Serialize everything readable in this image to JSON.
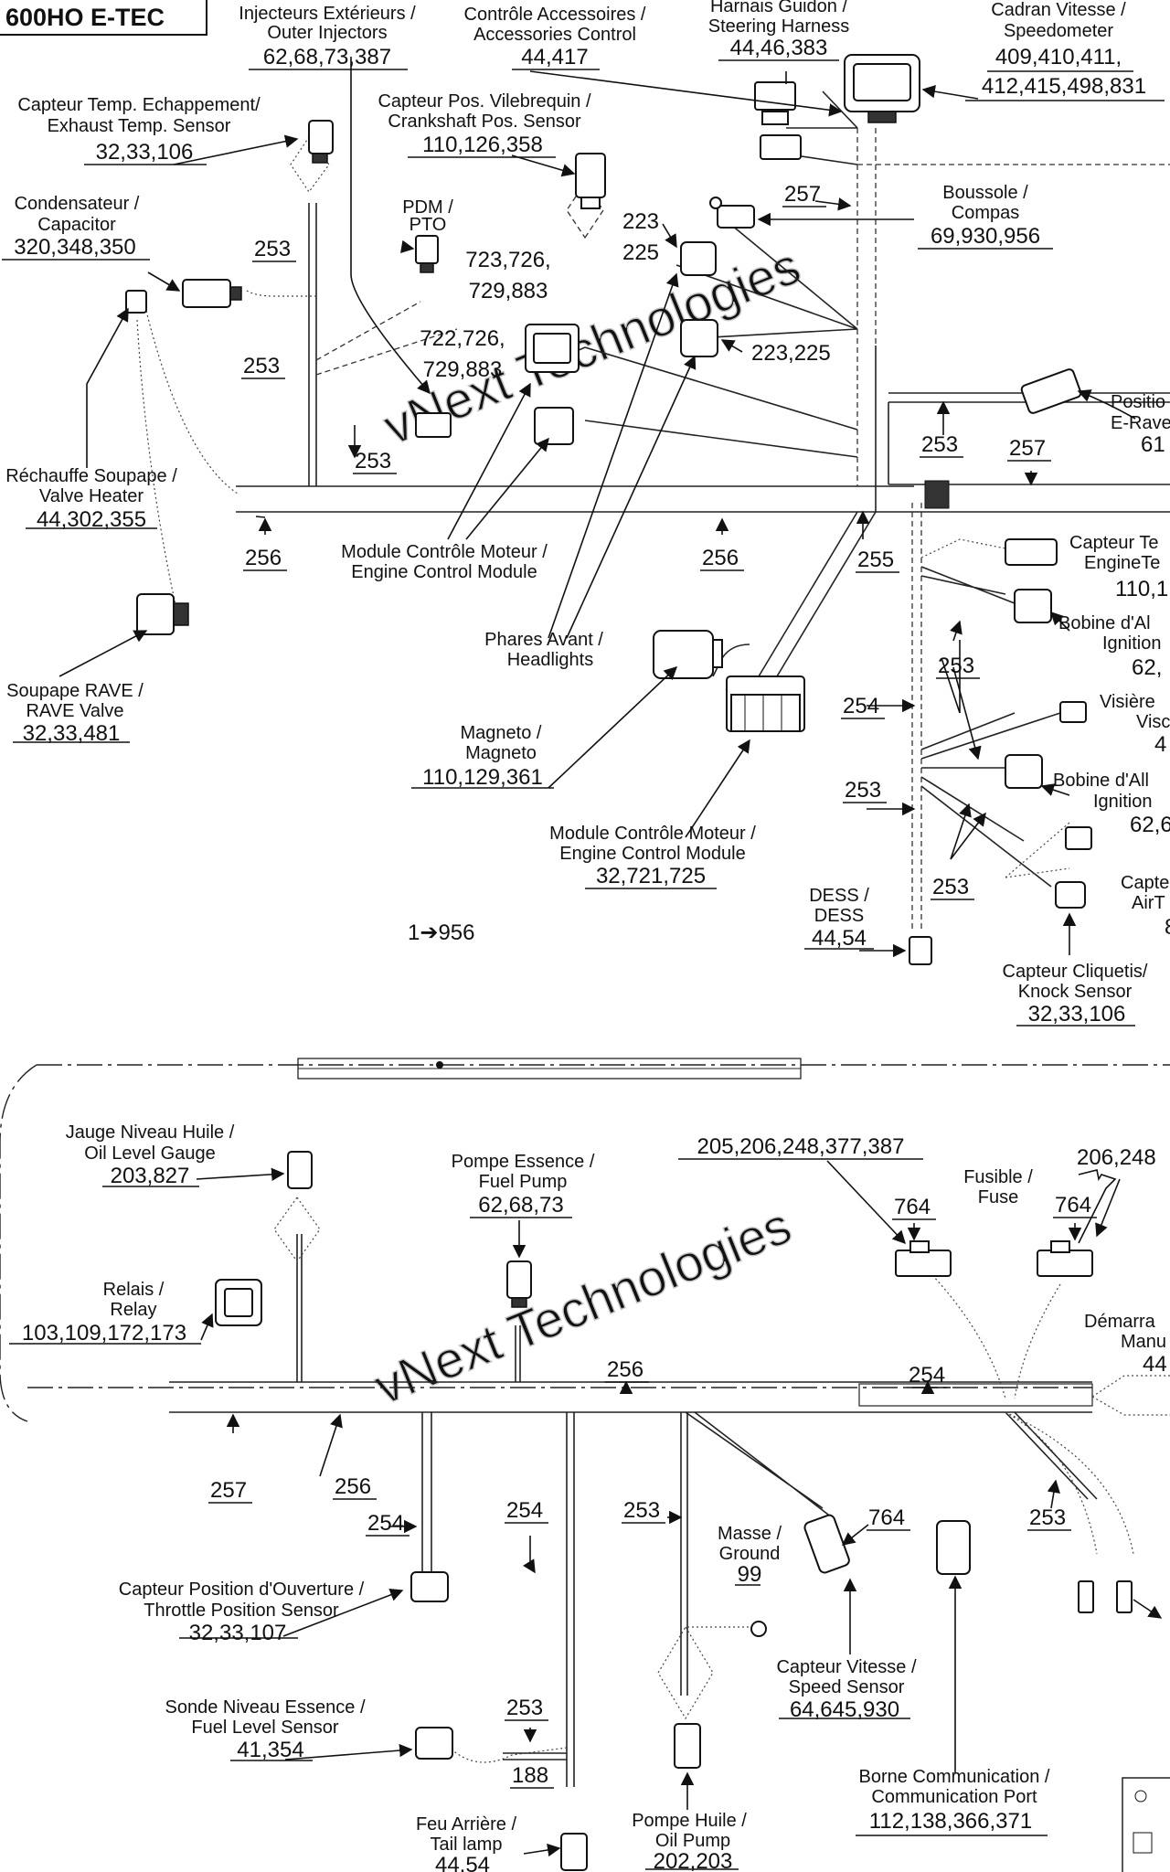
{
  "title": "600HO E-TEC",
  "figure_ref": "1➔956",
  "watermark": "vNext Technologies",
  "callouts": {
    "outer_injectors": {
      "fr": "Injecteurs Extérieurs /",
      "en": "Outer Injectors",
      "refs": "62,68,73,387"
    },
    "accessories_control": {
      "fr": "Contrôle Accessoires /",
      "en": "Accessories Control",
      "refs": "44,417"
    },
    "steering_harness": {
      "fr": "Harnais Guidon /",
      "en": "Steering Harness",
      "refs": "44,46,383"
    },
    "speedometer": {
      "fr": "Cadran Vitesse /",
      "en": "Speedometer",
      "refs1": "409,410,411,",
      "refs2": "412,415,498,831"
    },
    "exhaust_temp": {
      "fr": "Capteur Temp. Echappement/",
      "en": "Exhaust Temp. Sensor",
      "refs": "32,33,106"
    },
    "crankshaft": {
      "fr": "Capteur Pos. Vilebrequin /",
      "en": "Crankshaft Pos. Sensor",
      "refs": "110,126,358"
    },
    "capacitor": {
      "fr": "Condensateur /",
      "en": "Capacitor",
      "refs": "320,348,350"
    },
    "pdm_pto": {
      "fr": "PDM /",
      "en": "PTO"
    },
    "compass": {
      "fr": "Boussole /",
      "en": "Compas",
      "refs": "69,930,956"
    },
    "ecm_pair_1": {
      "line1": "723,726,",
      "line2": "729,883"
    },
    "ecm_pair_2": {
      "line1": "722,726,",
      "line2": "729,883"
    },
    "ref_223_225_a": {
      "line1": "223",
      "line2": "225"
    },
    "ref_223_225_b": {
      "refs": "223,225"
    },
    "position_erave": {
      "fr": "Positio",
      "en": "E-Rave",
      "refs": "61"
    },
    "valve_heater": {
      "fr": "Réchauffe Soupape /",
      "en": "Valve Heater",
      "refs": "44,302,355"
    },
    "ecm_top": {
      "fr": "Module Contrôle Moteur /",
      "en": "Engine Control Module"
    },
    "engine_temp": {
      "fr": "Capteur Te",
      "en": "EngineTe",
      "refs": "110,1"
    },
    "ignition_coil_1": {
      "fr": "Bobine d'Al",
      "en": "Ignition",
      "refs": "62,"
    },
    "headlights": {
      "fr": "Phares Avant /",
      "en": "Headlights"
    },
    "rave_valve": {
      "fr": "Soupape RAVE /",
      "en": "RAVE Valve",
      "refs": "32,33,481"
    },
    "visor": {
      "fr": "Visière",
      "en": "Visc",
      "refs": "4"
    },
    "magneto": {
      "fr": "Magneto /",
      "en": "Magneto",
      "refs": "110,129,361"
    },
    "ignition_coil_2": {
      "fr": "Bobine d'All",
      "en": "Ignition",
      "refs": "62,6"
    },
    "ecm_main": {
      "fr": "Module Contrôle Moteur /",
      "en": "Engine Control Module",
      "refs": "32,721,725"
    },
    "air_temp": {
      "fr": "Capte",
      "en": "AirT",
      "refs": "8"
    },
    "dess": {
      "fr": "DESS /",
      "en": "DESS",
      "refs": "44,54"
    },
    "knock": {
      "fr": "Capteur Cliquetis/",
      "en": "Knock Sensor",
      "refs": "32,33,106"
    },
    "oil_gauge": {
      "fr": "Jauge Niveau Huile /",
      "en": "Oil Level Gauge",
      "refs": "203,827"
    },
    "fuel_pump": {
      "fr": "Pompe Essence /",
      "en": "Fuel Pump",
      "refs": "62,68,73"
    },
    "fuse_refs_a": {
      "refs": "205,206,248,377,387"
    },
    "fuse": {
      "fr": "Fusible /",
      "en": "Fuse"
    },
    "fuse_refs_b": {
      "refs": "206,248"
    },
    "relay": {
      "fr": "Relais /",
      "en": "Relay",
      "refs": "103,109,172,173"
    },
    "manual_start": {
      "fr": "Démarra",
      "en": "Manu",
      "refs": "44"
    },
    "throttle": {
      "fr": "Capteur Position d'Ouverture /",
      "en": "Throttle Position Sensor",
      "refs": "32,33,107"
    },
    "ground": {
      "fr": "Masse /",
      "en": "Ground",
      "refs": "99"
    },
    "speed_sensor": {
      "fr": "Capteur Vitesse /",
      "en": "Speed Sensor",
      "refs": "64,645,930"
    },
    "fuel_level": {
      "fr": "Sonde Niveau Essence /",
      "en": "Fuel Level Sensor",
      "refs": "41,354"
    },
    "tail_lamp": {
      "fr": "Feu Arrière /",
      "en": "Tail lamp",
      "refs": "44,54"
    },
    "oil_pump": {
      "fr": "Pompe Huile /",
      "en": "Oil Pump",
      "refs": "202,203"
    },
    "comm_port": {
      "fr": "Borne Communication /",
      "en": "Communication Port",
      "refs": "112,138,366,371"
    }
  },
  "wire_labels": {
    "w257_top": "257",
    "w253_a": "253",
    "w253_b": "253",
    "w253_c": "253",
    "w253_d": "253",
    "w257_b": "257",
    "w256_a": "256",
    "w256_b": "256",
    "w255": "255",
    "w253_e": "253",
    "w254_a": "254",
    "w253_f": "253",
    "w253_g": "253",
    "w764_a": "764",
    "w764_b": "764",
    "w256_c": "256",
    "w254_b": "254",
    "w257_c": "257",
    "w256_d": "256",
    "w254_c": "254",
    "w254_d": "254",
    "w253_h": "253",
    "w764_c": "764",
    "w253_i": "253",
    "w253_j": "253",
    "w188": "188"
  },
  "icons": [
    "connector-icon",
    "ground-terminal-icon",
    "arrow-icon"
  ]
}
